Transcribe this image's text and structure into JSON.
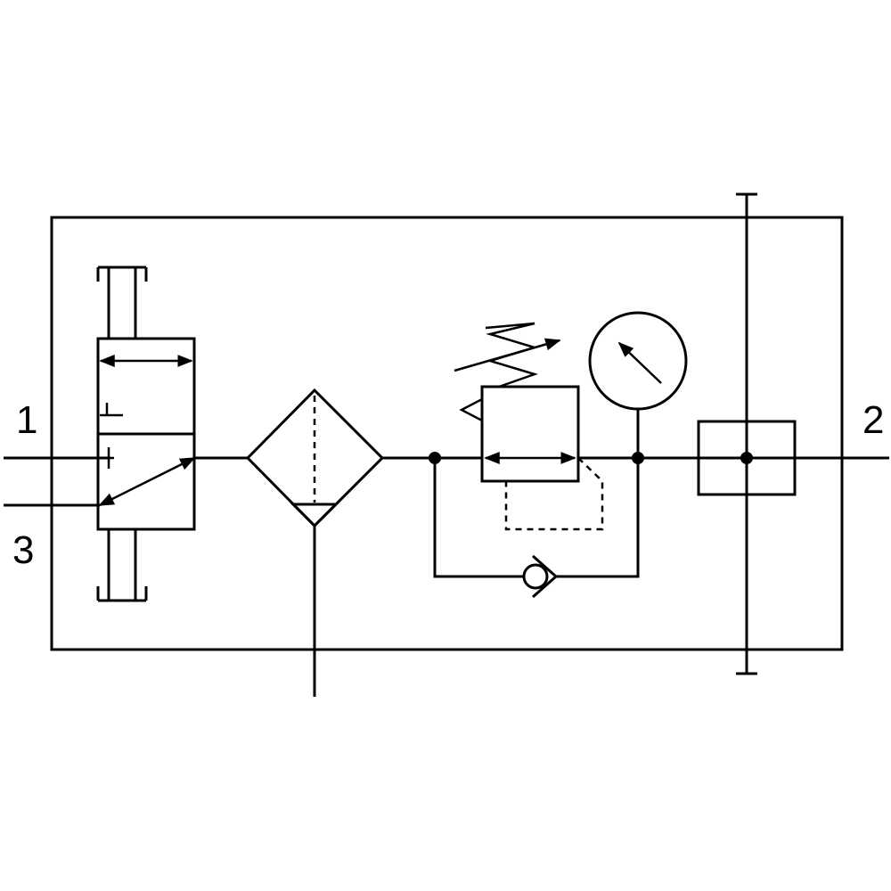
{
  "diagram": {
    "ports": {
      "port_1": "1",
      "port_2": "2",
      "port_3": "3"
    },
    "colors": {
      "line": "#000000",
      "background": "#ffffff"
    }
  }
}
